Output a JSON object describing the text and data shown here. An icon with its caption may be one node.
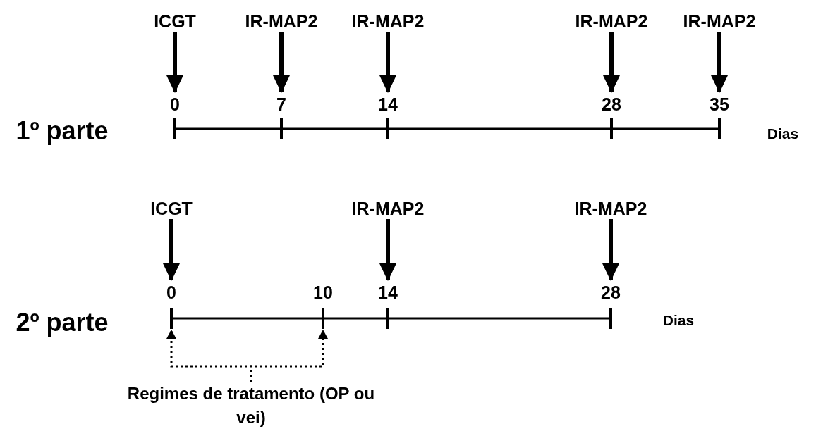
{
  "diagram": {
    "nodes": [
      {
        "text": [
          "ICGT"
        ]
      },
      {
        "text": [
          "IR-MAP2"
        ]
      },
      {
        "text": [
          "IR-MAP2"
        ]
      },
      {
        "text": [
          "IR-MAP2"
        ]
      },
      {
        "text": [
          "IR-MAP2"
        ]
      },
      {
        "text": [
          "0"
        ]
      },
      {
        "text": [
          "7"
        ]
      },
      {
        "text": [
          "14"
        ]
      },
      {
        "text": [
          "28"
        ]
      },
      {
        "text": [
          "35"
        ]
      },
      {
        "text": [],
        "shape": "bar"
      },
      {
        "text": [],
        "shape": "bar"
      },
      {
        "text": [],
        "shape": "bar"
      },
      {
        "text": [],
        "shape": "bar"
      },
      {
        "text": [],
        "shape": "bar"
      },
      {
        "text": [
          "ICGT"
        ]
      },
      {
        "text": [
          "IR-MAP2"
        ]
      },
      {
        "text": [
          "IR-MAP2"
        ]
      },
      {
        "text": [
          "0"
        ]
      },
      {
        "text": [
          "10"
        ]
      },
      {
        "text": [
          "14"
        ]
      },
      {
        "text": [
          "28"
        ]
      },
      {
        "text": [],
        "shape": "bar"
      },
      {
        "text": [],
        "shape": "bar"
      },
      {
        "text": [],
        "shape": "bar"
      },
      {
        "text": [],
        "shape": "bar"
      },
      {
        "text": [
          "Regimes de tratamento (OP ou vei)"
        ]
      }
    ],
    "edges": [
      {
        "from": 0,
        "to": 5,
        "arrow": "to"
      },
      {
        "from": 1,
        "to": 6,
        "arrow": "to"
      },
      {
        "from": 2,
        "to": 7,
        "arrow": "to"
      },
      {
        "from": 3,
        "to": 8,
        "arrow": "to"
      },
      {
        "from": 4,
        "to": 9,
        "arrow": "to"
      },
      {
        "from": 15,
        "to": 18,
        "arrow": "to"
      },
      {
        "from": 16,
        "to": 20,
        "arrow": "to"
      },
      {
        "from": 17,
        "to": 21,
        "arrow": "to"
      },
      {
        "from": 26,
        "to": 22,
        "arrow": "to",
        "style": "dashed"
      },
      {
        "from": 26,
        "to": 23,
        "arrow": "to",
        "style": "dashed"
      }
    ],
    "labels": [
      "1º parte",
      "Dias",
      "2º parte",
      "Dias"
    ]
  }
}
